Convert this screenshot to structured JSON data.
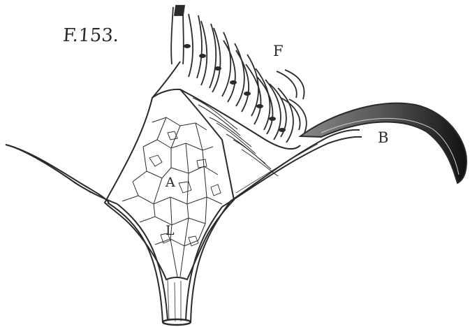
{
  "figure": {
    "number": "F.153.",
    "labels": {
      "f": "F",
      "b": "B",
      "a": "A",
      "l": "L"
    },
    "ink_color": "#2a2a2a",
    "paper_color": "#ffffff"
  }
}
